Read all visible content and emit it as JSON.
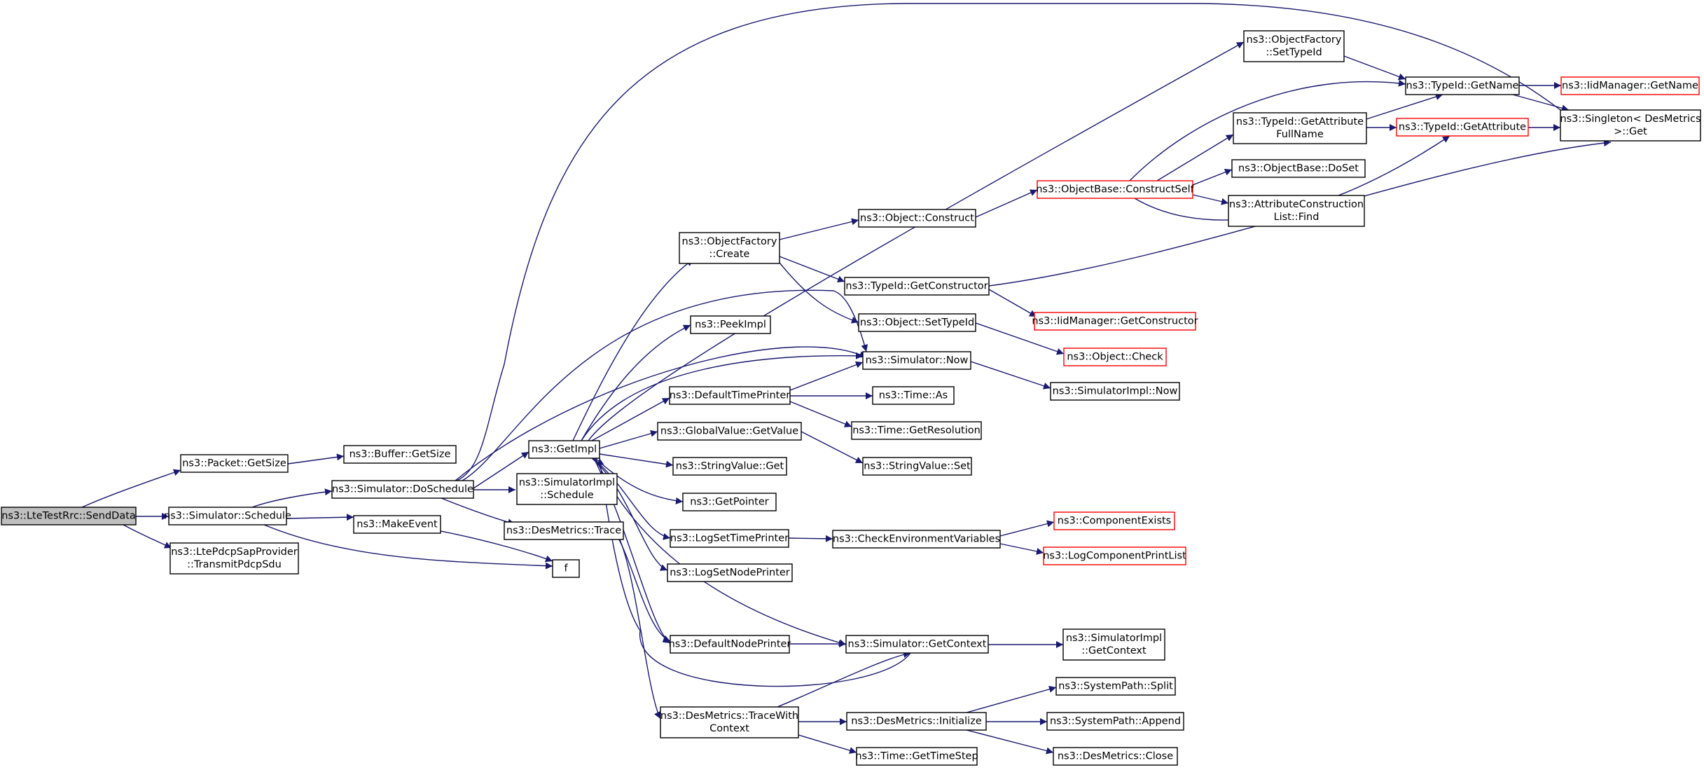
{
  "colors": {
    "edge": "#191970",
    "box_border": "#000000",
    "box_border_external": "#ff0000",
    "root_fill": "#bfbfbf"
  },
  "nodes": [
    {
      "id": "n0",
      "lines": [
        "ns3::LteTestRrc::SendData"
      ],
      "style": "root"
    },
    {
      "id": "n1",
      "lines": [
        "ns3::Packet::GetSize"
      ]
    },
    {
      "id": "n2",
      "lines": [
        "ns3::Buffer::GetSize"
      ]
    },
    {
      "id": "n3",
      "lines": [
        "ns3::Simulator::Schedule"
      ]
    },
    {
      "id": "n4",
      "lines": [
        "ns3::Simulator::DoSchedule"
      ]
    },
    {
      "id": "n5",
      "lines": [
        "ns3::LtePdcpSapProvider",
        "::TransmitPdcpSdu"
      ]
    },
    {
      "id": "n6",
      "lines": [
        "ns3::MakeEvent"
      ]
    },
    {
      "id": "n7",
      "lines": [
        "f"
      ]
    },
    {
      "id": "n8",
      "lines": [
        "ns3::GetImpl"
      ]
    },
    {
      "id": "n9",
      "lines": [
        "ns3::SimulatorImpl",
        "::Schedule"
      ]
    },
    {
      "id": "n10",
      "lines": [
        "ns3::DesMetrics::Trace"
      ]
    },
    {
      "id": "n11",
      "lines": [
        "ns3::ObjectFactory",
        "::Create"
      ]
    },
    {
      "id": "n12",
      "lines": [
        "ns3::PeekImpl"
      ]
    },
    {
      "id": "n13",
      "lines": [
        "ns3::DefaultTimePrinter"
      ]
    },
    {
      "id": "n14",
      "lines": [
        "ns3::GlobalValue::GetValue"
      ]
    },
    {
      "id": "n15",
      "lines": [
        "ns3::StringValue::Get"
      ]
    },
    {
      "id": "n16",
      "lines": [
        "ns3::GetPointer"
      ]
    },
    {
      "id": "n17",
      "lines": [
        "ns3::LogSetTimePrinter"
      ]
    },
    {
      "id": "n18",
      "lines": [
        "ns3::LogSetNodePrinter"
      ]
    },
    {
      "id": "n19",
      "lines": [
        "ns3::DefaultNodePrinter"
      ]
    },
    {
      "id": "n20",
      "lines": [
        "ns3::DesMetrics::TraceWith",
        "Context"
      ]
    },
    {
      "id": "n21",
      "lines": [
        "ns3::ObjectFactory",
        "::SetTypeId"
      ]
    },
    {
      "id": "n22",
      "lines": [
        "ns3::Object::Construct"
      ]
    },
    {
      "id": "n23",
      "lines": [
        "ns3::TypeId::GetConstructor"
      ]
    },
    {
      "id": "n24",
      "lines": [
        "ns3::Object::SetTypeId"
      ]
    },
    {
      "id": "n25",
      "lines": [
        "ns3::Simulator::Now"
      ]
    },
    {
      "id": "n26",
      "lines": [
        "ns3::Time::As"
      ]
    },
    {
      "id": "n27",
      "lines": [
        "ns3::Time::GetResolution"
      ]
    },
    {
      "id": "n28",
      "lines": [
        "ns3::StringValue::Set"
      ]
    },
    {
      "id": "n29",
      "lines": [
        "ns3::CheckEnvironmentVariables"
      ]
    },
    {
      "id": "n30",
      "lines": [
        "ns3::Simulator::GetContext"
      ]
    },
    {
      "id": "n31",
      "lines": [
        "ns3::DesMetrics::Initialize"
      ]
    },
    {
      "id": "n32",
      "lines": [
        "ns3::Time::GetTimeStep"
      ]
    },
    {
      "id": "n33",
      "lines": [
        "ns3::TypeId::GetName"
      ]
    },
    {
      "id": "n34",
      "lines": [
        "ns3::TypeId::GetAttribute",
        "FullName"
      ]
    },
    {
      "id": "n35",
      "lines": [
        "ns3::ObjectBase::ConstructSelf"
      ],
      "style": "external"
    },
    {
      "id": "n36",
      "lines": [
        "ns3::ObjectBase::DoSet"
      ]
    },
    {
      "id": "n37",
      "lines": [
        "ns3::AttributeConstruction",
        "List::Find"
      ]
    },
    {
      "id": "n38",
      "lines": [
        "ns3::IidManager::GetConstructor"
      ],
      "style": "external"
    },
    {
      "id": "n39",
      "lines": [
        "ns3::Object::Check"
      ],
      "style": "external"
    },
    {
      "id": "n40",
      "lines": [
        "ns3::SimulatorImpl::Now"
      ]
    },
    {
      "id": "n41",
      "lines": [
        "ns3::ComponentExists"
      ],
      "style": "external"
    },
    {
      "id": "n42",
      "lines": [
        "ns3::LogComponentPrintList"
      ],
      "style": "external"
    },
    {
      "id": "n43",
      "lines": [
        "ns3::SimulatorImpl",
        "::GetContext"
      ]
    },
    {
      "id": "n44",
      "lines": [
        "ns3::SystemPath::Split"
      ]
    },
    {
      "id": "n45",
      "lines": [
        "ns3::SystemPath::Append"
      ]
    },
    {
      "id": "n46",
      "lines": [
        "ns3::DesMetrics::Close"
      ]
    },
    {
      "id": "n47",
      "lines": [
        "ns3::IidManager::GetName"
      ],
      "style": "external"
    },
    {
      "id": "n48",
      "lines": [
        "ns3::TypeId::GetAttribute"
      ],
      "style": "external"
    },
    {
      "id": "n49",
      "lines": [
        "ns3::Singleton< DesMetrics",
        " >::Get"
      ]
    }
  ]
}
